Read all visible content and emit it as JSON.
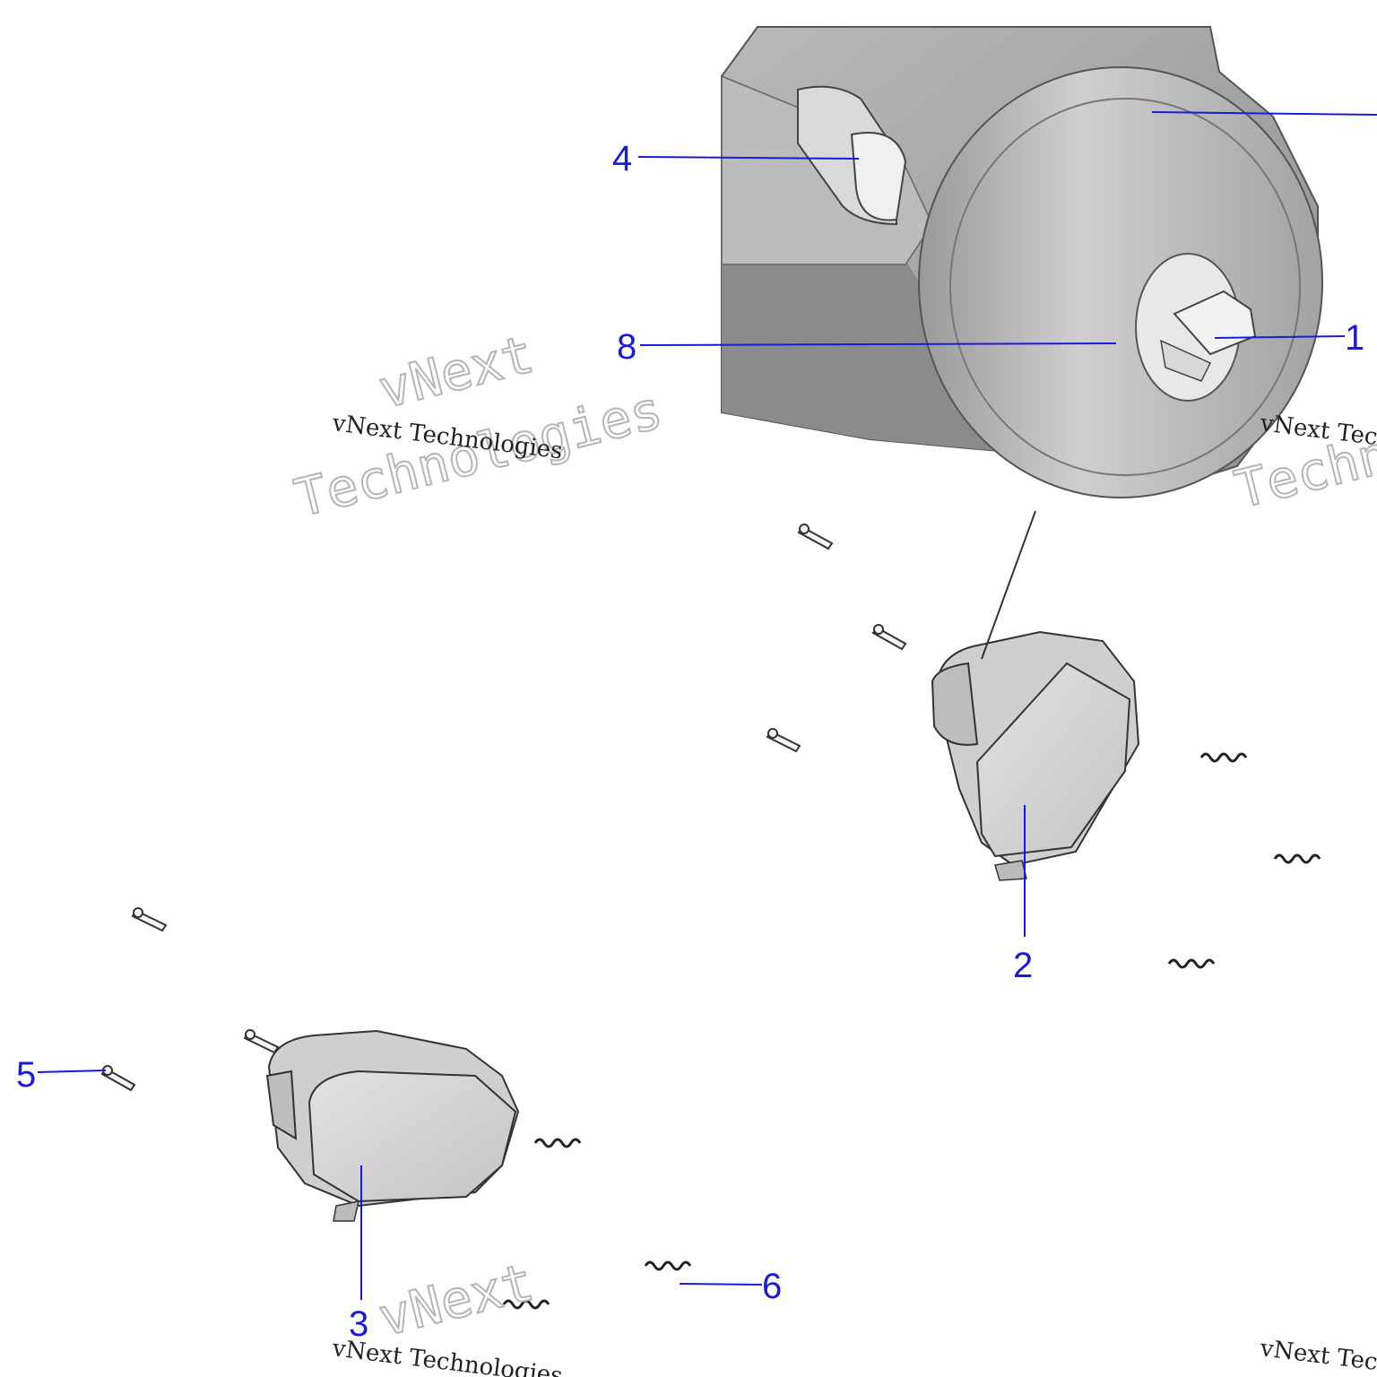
{
  "callouts": [
    {
      "id": "1",
      "label": "1"
    },
    {
      "id": "2",
      "label": "2"
    },
    {
      "id": "3",
      "label": "3"
    },
    {
      "id": "4",
      "label": "4"
    },
    {
      "id": "5",
      "label": "5"
    },
    {
      "id": "6",
      "label": "6"
    },
    {
      "id": "8",
      "label": "8"
    }
  ],
  "watermark": {
    "brand_line1": "vNext",
    "brand_line2": "Technologies",
    "caption": "vNext Technologies"
  },
  "colors": {
    "callout": "#1a1adc",
    "housing": "#a8a8a8",
    "lens": "#d0d0d0"
  }
}
